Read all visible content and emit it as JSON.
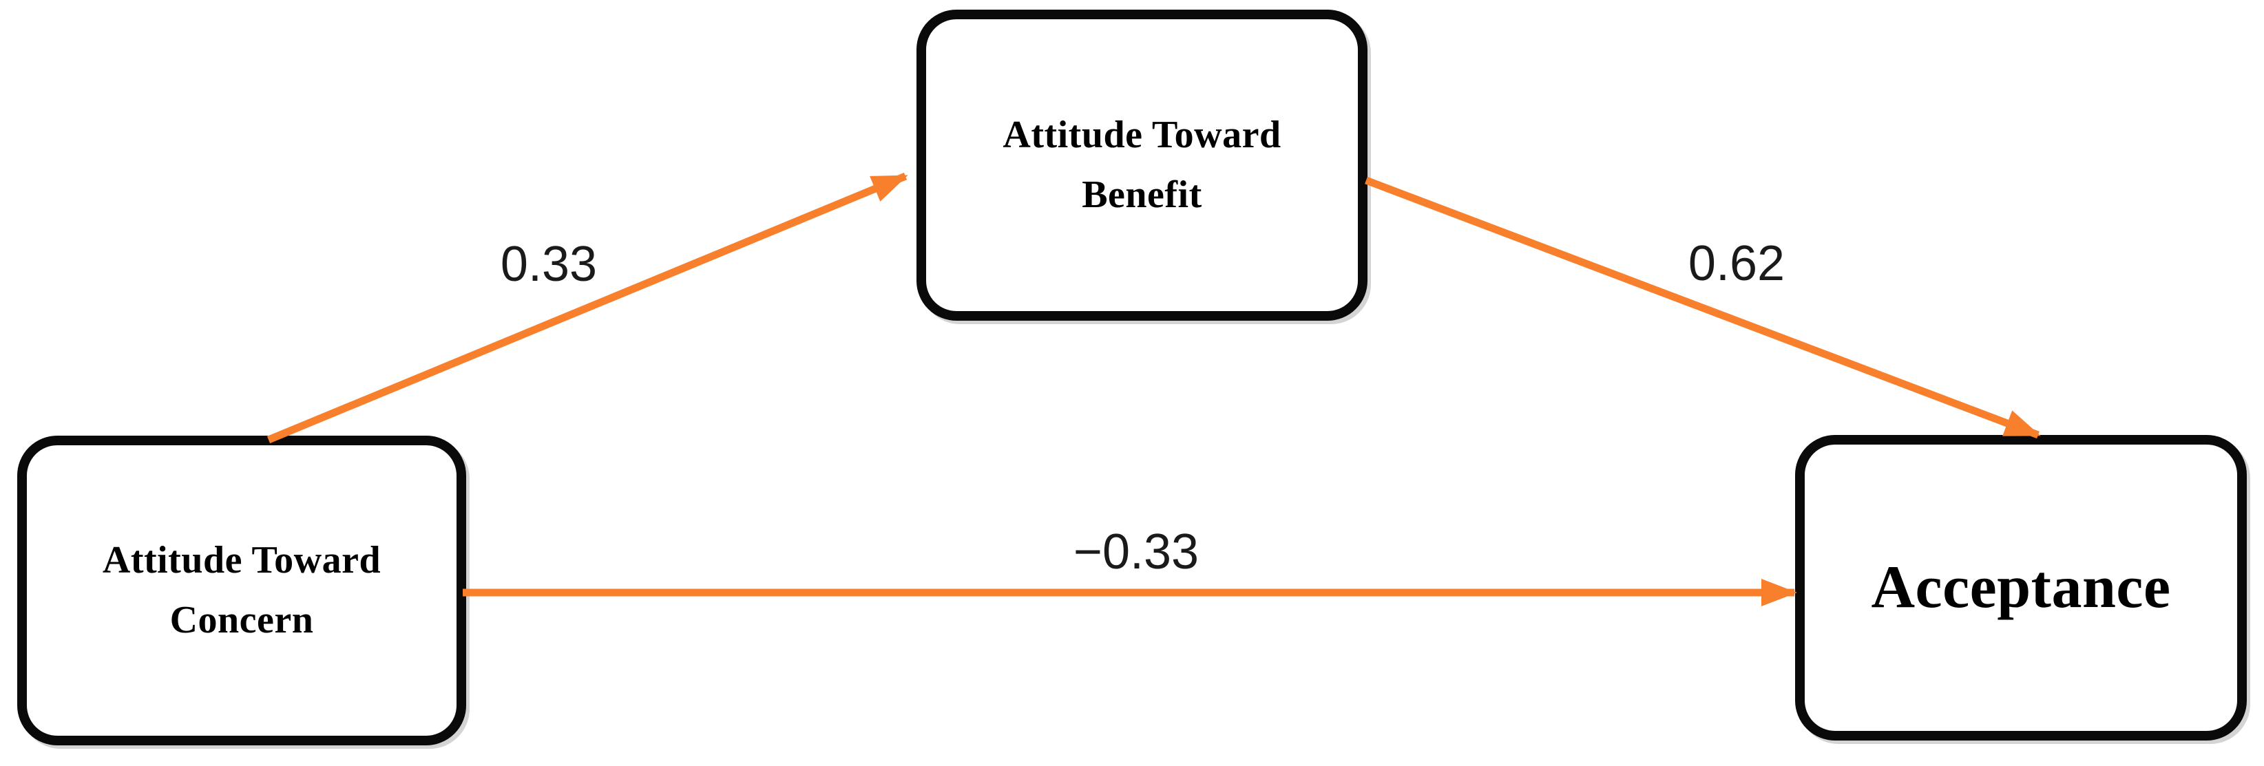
{
  "figure": {
    "type": "mediation-path-diagram",
    "background_color": "#ffffff",
    "arrow_color": "#F8802C",
    "node_border_color": "#0a0a0a",
    "text_color": "#000000"
  },
  "nodes": {
    "concern": {
      "label": "Attitude Toward\nConcern"
    },
    "benefit": {
      "label": "Attitude Toward\nBenefit"
    },
    "acceptance": {
      "label": "Acceptance"
    }
  },
  "edges": {
    "concern_to_benefit": {
      "from": "Attitude Toward Concern",
      "to": "Attitude Toward Benefit",
      "coefficient": "0.33"
    },
    "benefit_to_acceptance": {
      "from": "Attitude Toward Benefit",
      "to": "Acceptance",
      "coefficient": "0.62"
    },
    "concern_to_acceptance": {
      "from": "Attitude Toward Concern",
      "to": "Acceptance",
      "coefficient": "−0.33"
    }
  }
}
